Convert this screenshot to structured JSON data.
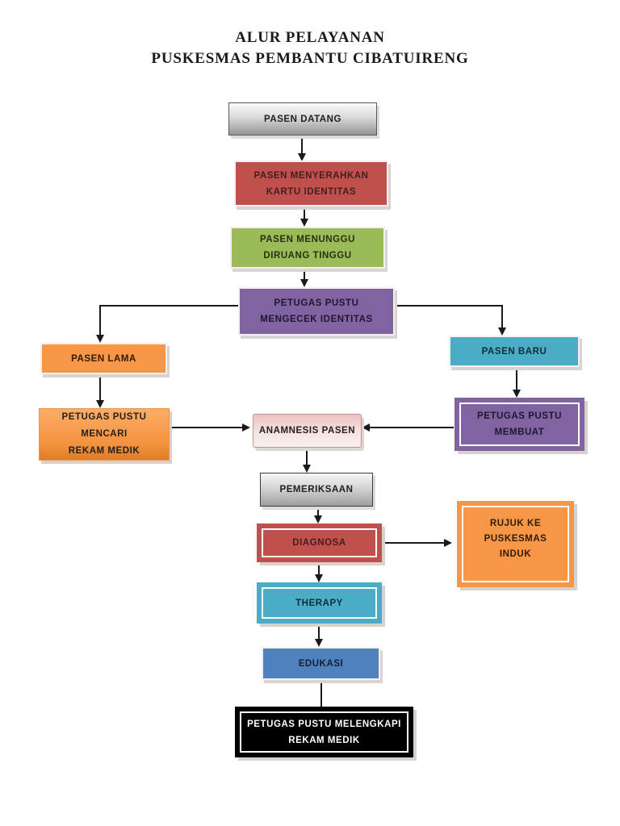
{
  "title": {
    "line1": "ALUR PELAYANAN",
    "line2": "PUSKESMAS PEMBANTU CIBATUIRENG"
  },
  "nodes": {
    "pasen_datang": {
      "lines": [
        "PASEN DATANG"
      ]
    },
    "pasen_menyerahkan": {
      "lines": [
        "PASEN MENYERAHKAN",
        "KARTU IDENTITAS"
      ]
    },
    "pasen_menunggu": {
      "lines": [
        "PASEN MENUNGGU",
        "DIRUANG TINGGU"
      ]
    },
    "petugas_mengecek": {
      "lines": [
        "PETUGAS PUSTU",
        "MENGECEK IDENTITAS"
      ]
    },
    "pasen_lama": {
      "lines": [
        "PASEN LAMA"
      ]
    },
    "pasen_baru": {
      "lines": [
        "PASEN BARU"
      ]
    },
    "petugas_mencari": {
      "lines": [
        "PETUGAS PUSTU",
        "MENCARI",
        "REKAM MEDIK"
      ]
    },
    "petugas_membuat": {
      "lines": [
        "PETUGAS PUSTU",
        "MEMBUAT"
      ]
    },
    "anamnesis": {
      "lines": [
        "ANAMNESIS PASEN"
      ]
    },
    "pemeriksaan": {
      "lines": [
        "PEMERIKSAAN"
      ]
    },
    "diagnosa": {
      "lines": [
        "DIAGNOSA"
      ]
    },
    "rujuk": {
      "lines": [
        "RUJUK KE",
        "PUSKESMAS",
        "INDUK"
      ]
    },
    "therapy": {
      "lines": [
        "THERAPY"
      ]
    },
    "edukasi": {
      "lines": [
        "EDUKASI"
      ]
    },
    "melengkapi": {
      "lines": [
        "PETUGAS PUSTU MELENGKAPI",
        "REKAM MEDIK"
      ]
    }
  },
  "edges": [
    {
      "from": "pasen_datang",
      "to": "pasen_menyerahkan"
    },
    {
      "from": "pasen_menyerahkan",
      "to": "pasen_menunggu"
    },
    {
      "from": "pasen_menunggu",
      "to": "petugas_mengecek"
    },
    {
      "from": "petugas_mengecek",
      "to": "pasen_lama"
    },
    {
      "from": "petugas_mengecek",
      "to": "pasen_baru"
    },
    {
      "from": "pasen_lama",
      "to": "petugas_mencari"
    },
    {
      "from": "pasen_baru",
      "to": "petugas_membuat"
    },
    {
      "from": "petugas_mencari",
      "to": "anamnesis"
    },
    {
      "from": "petugas_membuat",
      "to": "anamnesis"
    },
    {
      "from": "anamnesis",
      "to": "pemeriksaan"
    },
    {
      "from": "pemeriksaan",
      "to": "diagnosa"
    },
    {
      "from": "diagnosa",
      "to": "rujuk"
    },
    {
      "from": "diagnosa",
      "to": "therapy"
    },
    {
      "from": "therapy",
      "to": "edukasi"
    },
    {
      "from": "edukasi",
      "to": "melengkapi"
    }
  ],
  "palette": {
    "gray_top": "#fbfbfb",
    "gray_bottom": "#949494",
    "red": "#c0504d",
    "green": "#9bbb59",
    "purple": "#8064a2",
    "orange": "#f79646",
    "teal": "#4bacc6",
    "blue": "#4f81bd",
    "pink": "#ecc1c0",
    "black": "#000000",
    "arrow": "#1a1a1a"
  }
}
